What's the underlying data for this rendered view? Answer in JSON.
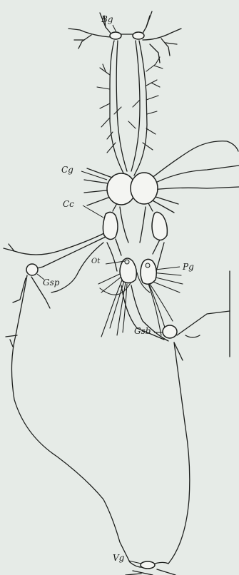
{
  "figure": {
    "labels": {
      "bg": "Bg",
      "cg": "Cg",
      "cc": "Cc",
      "ot": "Ot",
      "pg": "Pg",
      "gsp": "Gsp",
      "gsb": "Gsb",
      "vg": "Vg"
    },
    "colors": {
      "background": "#e6ebe7",
      "ink": "#1d1f1d",
      "ganglion_fill": "#f4f5f2"
    }
  }
}
